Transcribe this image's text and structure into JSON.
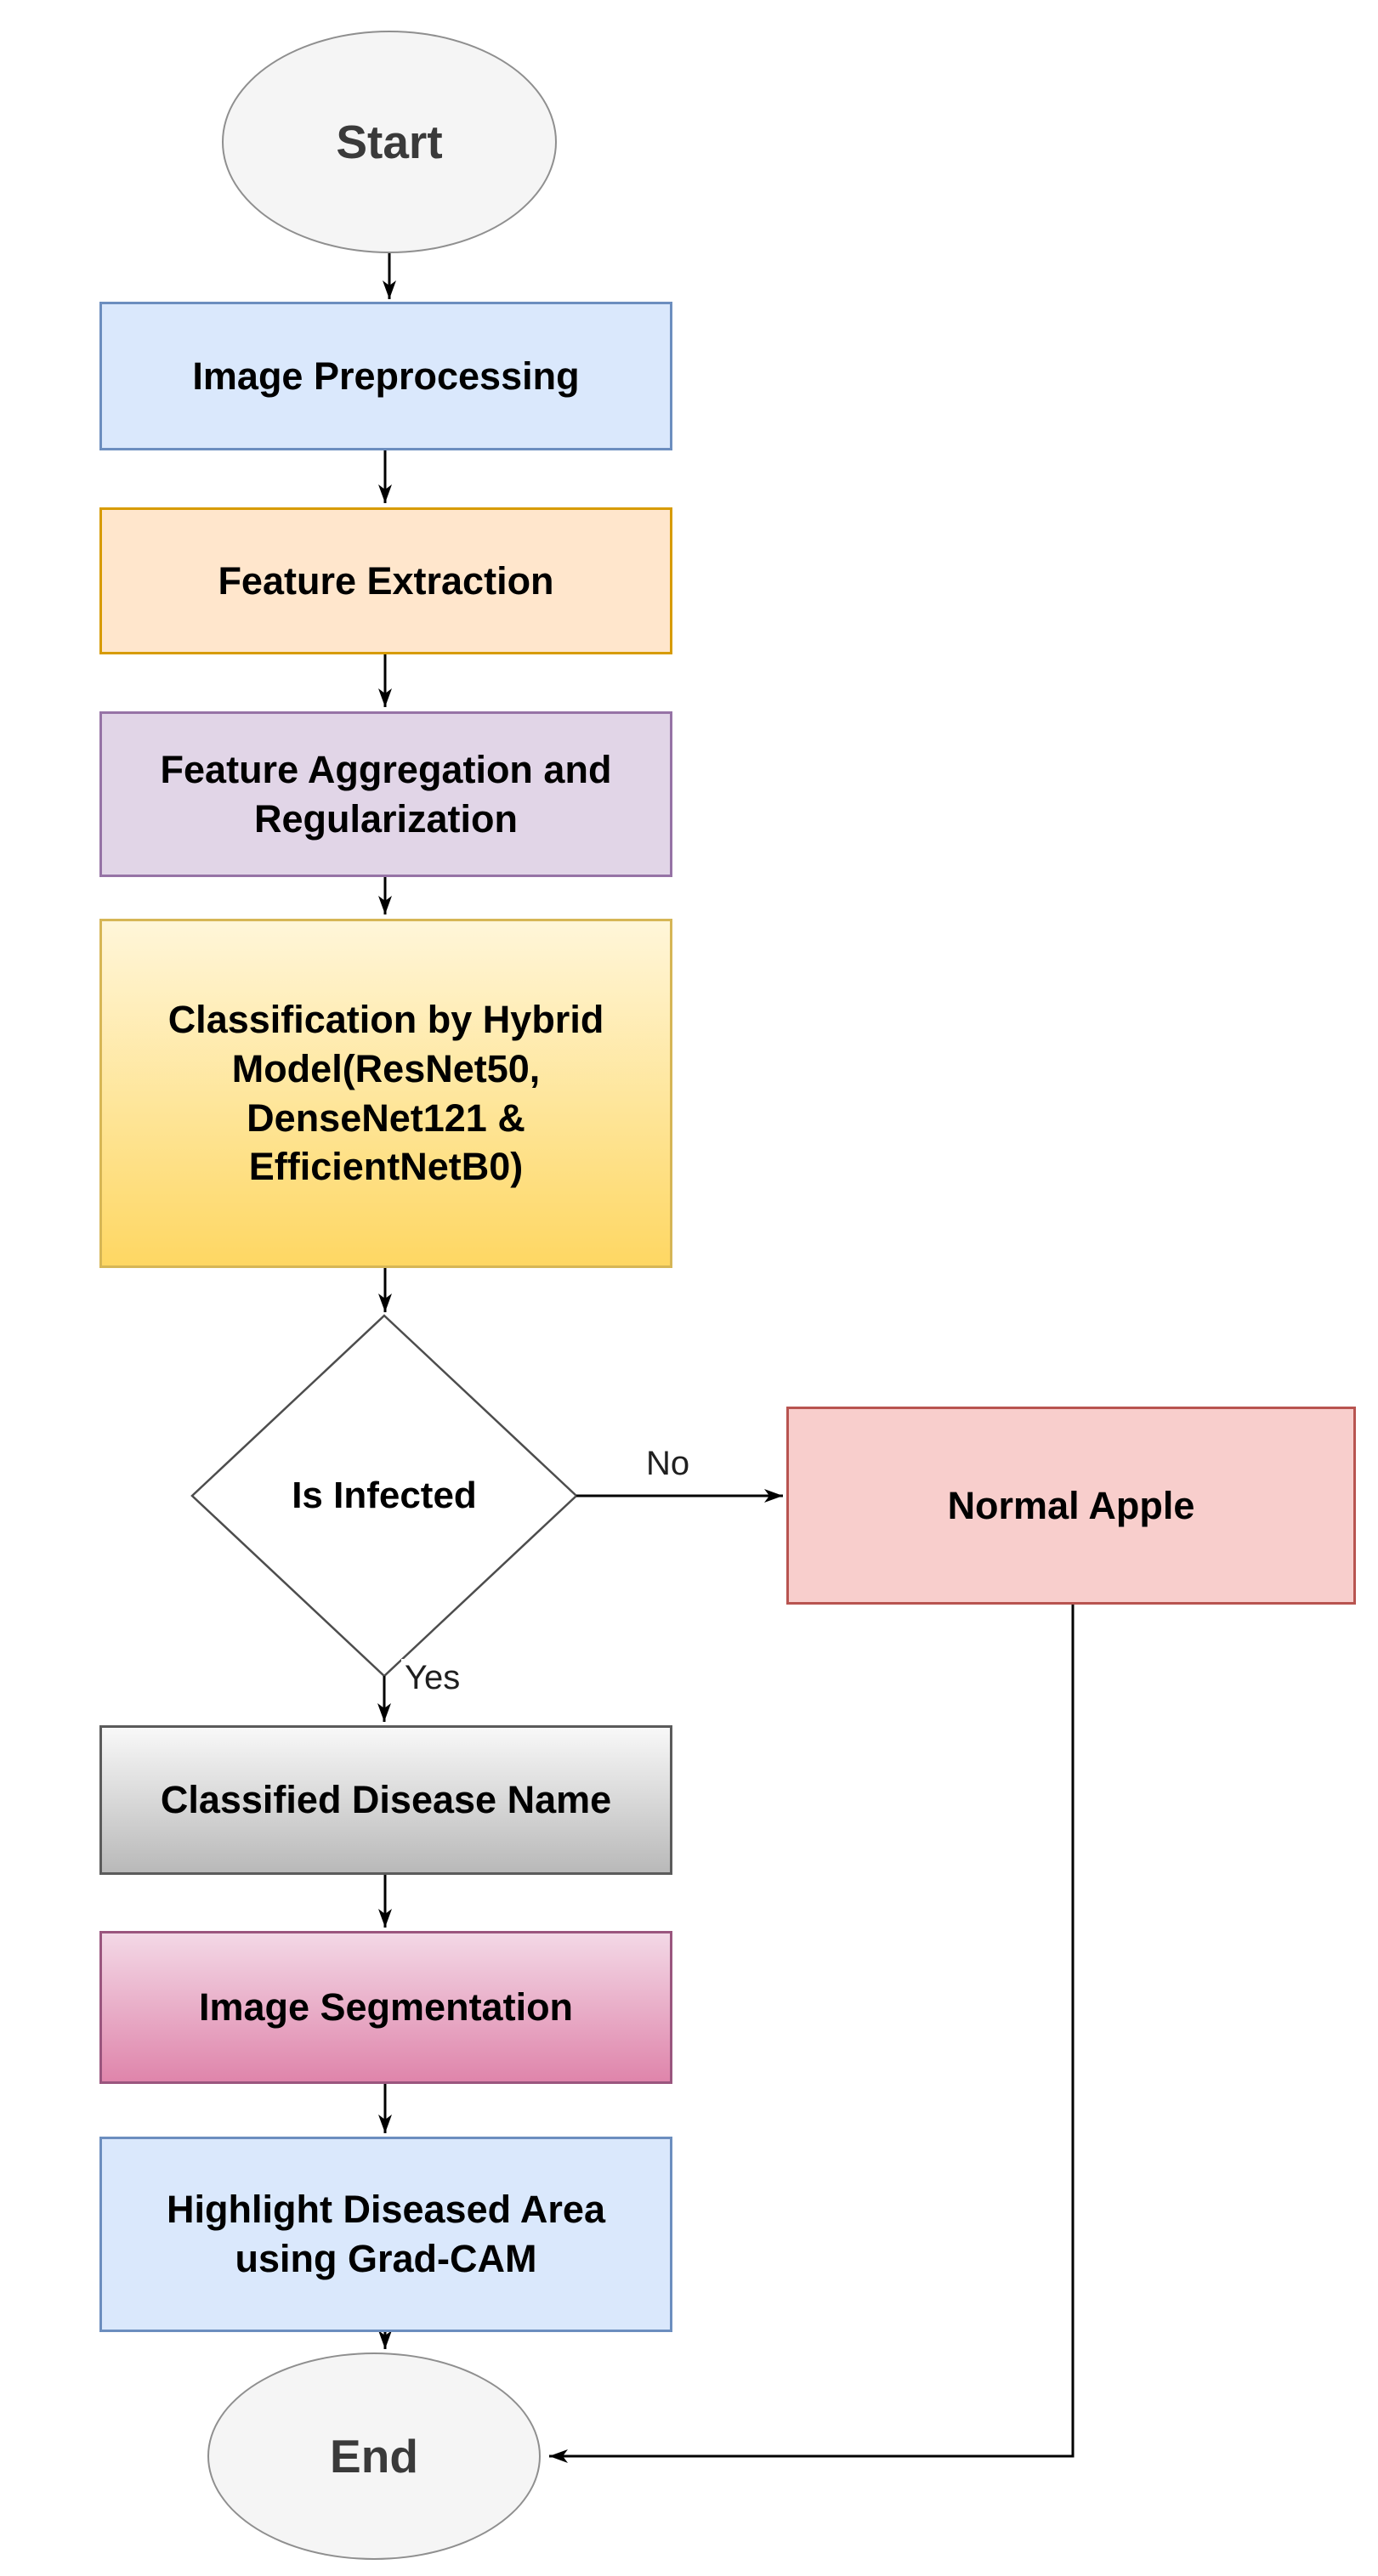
{
  "diagram": {
    "type": "flowchart",
    "nodes": {
      "start": {
        "label": "Start",
        "shape": "terminator"
      },
      "preprocessing": {
        "label": "Image Preprocessing",
        "shape": "process"
      },
      "extraction": {
        "label": "Feature Extraction",
        "shape": "process"
      },
      "aggregation": {
        "label": "Feature Aggregation and\nRegularization",
        "shape": "process"
      },
      "classification": {
        "label": "Classification by Hybrid\nModel(ResNet50,\nDenseNet121 &\nEfficientNetB0)",
        "shape": "process"
      },
      "decision": {
        "label": "Is Infected",
        "shape": "decision"
      },
      "normal_apple": {
        "label": "Normal Apple",
        "shape": "process"
      },
      "classified": {
        "label": "Classified Disease Name",
        "shape": "process"
      },
      "segmentation": {
        "label": "Image Segmentation",
        "shape": "process"
      },
      "highlight": {
        "label": "Highlight Diseased Area\nusing Grad-CAM",
        "shape": "process"
      },
      "end": {
        "label": "End",
        "shape": "terminator"
      }
    },
    "edges": {
      "no_label": "No",
      "yes_label": "Yes",
      "flow": [
        "start -> preprocessing",
        "preprocessing -> extraction",
        "extraction -> aggregation",
        "aggregation -> classification",
        "classification -> decision",
        "decision -No-> normal_apple",
        "decision -Yes-> classified",
        "classified -> segmentation",
        "segmentation -> highlight",
        "highlight -> end",
        "normal_apple -> end"
      ]
    },
    "colors": {
      "terminator_fill": "#f5f5f5",
      "terminator_border": "#8f8f8f",
      "blue_fill": "#dae8fc",
      "blue_border": "#6c8ebf",
      "orange_fill": "#ffe6cc",
      "orange_border": "#d79b00",
      "purple_fill": "#e1d5e7",
      "purple_border": "#9673a6",
      "yellow_gradient_top": "#fff6d9",
      "yellow_gradient_bottom": "#fed763",
      "yellow_border": "#d6b656",
      "red_fill": "#f8cecc",
      "red_border": "#b85450",
      "gray_gradient_top": "#f8f8f8",
      "gray_gradient_bottom": "#b9b9b9",
      "gray_border": "#5b5b5b",
      "pink_gradient_top": "#f3d8e6",
      "pink_gradient_bottom": "#df85ab",
      "pink_border": "#9a567e",
      "line_color": "#000000",
      "decision_border": "#4d4d4d",
      "decision_fill": "#ffffff"
    }
  }
}
